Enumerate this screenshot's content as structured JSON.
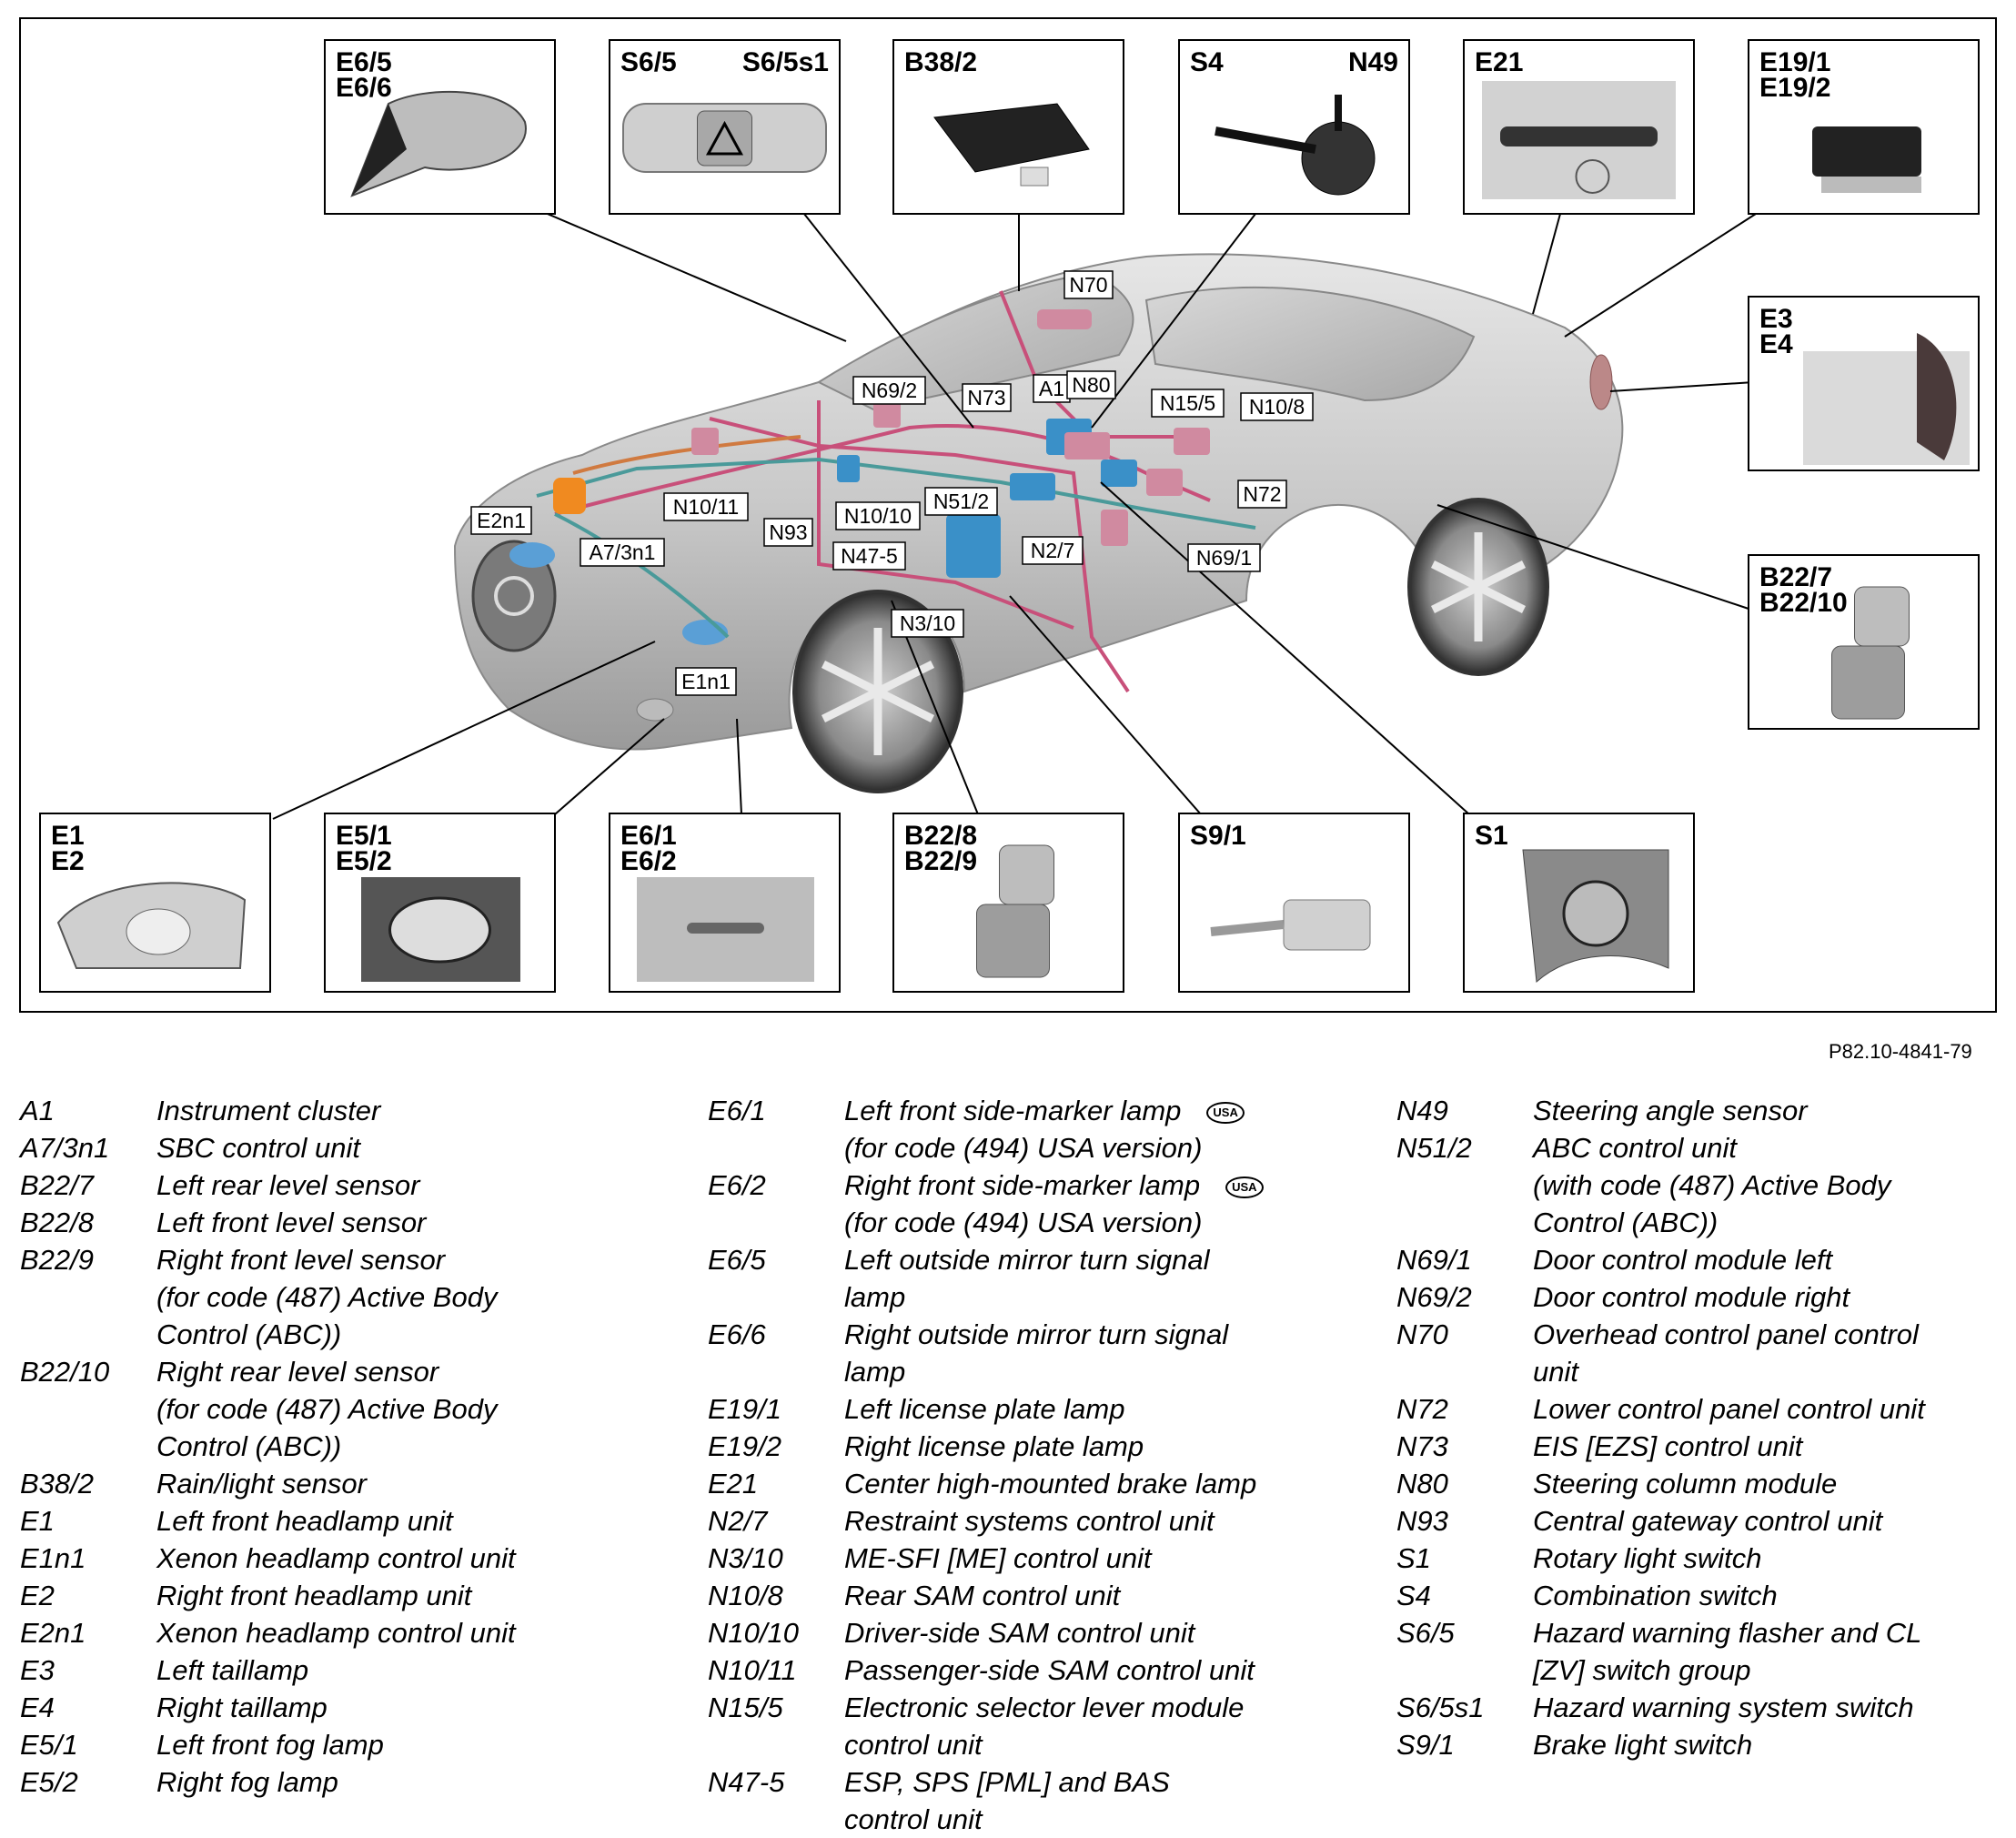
{
  "reference_code": "P82.10-4841-79",
  "detail_boxes": [
    {
      "id": "box-e65",
      "lines": [
        "E6/5",
        "E6/6"
      ],
      "icon": "outside-mirror-icon"
    },
    {
      "id": "box-s65",
      "lines": [
        "S6/5",
        "S6/5s1"
      ],
      "icon": "hazard-switch-icon"
    },
    {
      "id": "box-b382",
      "lines": [
        "B38/2"
      ],
      "icon": "rain-light-sensor-icon"
    },
    {
      "id": "box-s4",
      "lines": [
        "S4",
        "N49"
      ],
      "icon": "combination-switch-icon"
    },
    {
      "id": "box-e21",
      "lines": [
        "E21"
      ],
      "icon": "brake-lamp-icon"
    },
    {
      "id": "box-e191",
      "lines": [
        "E19/1",
        "E19/2"
      ],
      "icon": "license-lamp-icon"
    },
    {
      "id": "box-e3",
      "lines": [
        "E3",
        "E4"
      ],
      "icon": "taillamp-icon"
    },
    {
      "id": "box-b227",
      "lines": [
        "B22/7",
        "B22/10"
      ],
      "icon": "level-sensor-icon"
    },
    {
      "id": "box-e1",
      "lines": [
        "E1",
        "E2"
      ],
      "icon": "headlamp-icon"
    },
    {
      "id": "box-e51",
      "lines": [
        "E5/1",
        "E5/2"
      ],
      "icon": "fog-lamp-icon"
    },
    {
      "id": "box-e61",
      "lines": [
        "E6/1",
        "E6/2"
      ],
      "icon": "side-marker-icon"
    },
    {
      "id": "box-b228",
      "lines": [
        "B22/8",
        "B22/9"
      ],
      "icon": "level-sensor-icon"
    },
    {
      "id": "box-s91",
      "lines": [
        "S9/1"
      ],
      "icon": "brake-switch-icon"
    },
    {
      "id": "box-s1",
      "lines": [
        "S1"
      ],
      "icon": "rotary-switch-icon"
    }
  ],
  "callouts": [
    "N70",
    "N69/2",
    "N73",
    "A1",
    "N80",
    "N15/5",
    "N10/8",
    "N10/11",
    "N93",
    "N51/2",
    "N72",
    "E2n1",
    "A7/3n1",
    "N10/10",
    "N47-5",
    "N2/7",
    "N69/1",
    "N3/10",
    "E1n1"
  ],
  "legend": {
    "columns": [
      [
        {
          "code": "A1",
          "lines": [
            "Instrument cluster"
          ]
        },
        {
          "code": "A7/3n1",
          "lines": [
            "SBC control unit"
          ]
        },
        {
          "code": "B22/7",
          "lines": [
            "Left rear level sensor"
          ]
        },
        {
          "code": "B22/8",
          "lines": [
            "Left front level sensor"
          ]
        },
        {
          "code": "B22/9",
          "lines": [
            "Right front level sensor",
            "(for code (487) Active Body",
            "Control (ABC))"
          ]
        },
        {
          "code": "B22/10",
          "lines": [
            "Right rear level sensor",
            "(for code (487) Active Body",
            "Control (ABC))"
          ]
        },
        {
          "code": "B38/2",
          "lines": [
            "Rain/light sensor"
          ]
        },
        {
          "code": "E1",
          "lines": [
            "Left front headlamp unit"
          ]
        },
        {
          "code": "E1n1",
          "lines": [
            "Xenon headlamp control unit"
          ]
        },
        {
          "code": "E2",
          "lines": [
            "Right front headlamp unit"
          ]
        },
        {
          "code": "E2n1",
          "lines": [
            "Xenon headlamp control unit"
          ]
        },
        {
          "code": "E3",
          "lines": [
            "Left taillamp"
          ]
        },
        {
          "code": "E4",
          "lines": [
            "Right taillamp"
          ]
        },
        {
          "code": "E5/1",
          "lines": [
            "Left front fog lamp"
          ]
        },
        {
          "code": "E5/2",
          "lines": [
            "Right fog lamp"
          ]
        }
      ],
      [
        {
          "code": "E6/1",
          "lines": [
            "Left front side-marker lamp",
            "(for code (494) USA version)"
          ],
          "badge": "USA"
        },
        {
          "code": "E6/2",
          "lines": [
            "Right front side-marker lamp",
            "(for code (494) USA version)"
          ],
          "badge": "USA"
        },
        {
          "code": "E6/5",
          "lines": [
            "Left outside mirror turn signal",
            "lamp"
          ]
        },
        {
          "code": "E6/6",
          "lines": [
            "Right outside mirror turn signal",
            "lamp"
          ]
        },
        {
          "code": "E19/1",
          "lines": [
            "Left license plate lamp"
          ]
        },
        {
          "code": "E19/2",
          "lines": [
            "Right license plate lamp"
          ]
        },
        {
          "code": "E21",
          "lines": [
            "Center high-mounted brake lamp"
          ]
        },
        {
          "code": "N2/7",
          "lines": [
            "Restraint systems control unit"
          ]
        },
        {
          "code": "N3/10",
          "lines": [
            "ME-SFI [ME] control unit"
          ]
        },
        {
          "code": "N10/8",
          "lines": [
            "Rear SAM control unit"
          ]
        },
        {
          "code": "N10/10",
          "lines": [
            "Driver-side SAM control unit"
          ]
        },
        {
          "code": "N10/11",
          "lines": [
            "Passenger-side SAM control unit"
          ]
        },
        {
          "code": "N15/5",
          "lines": [
            "Electronic selector lever module",
            "control unit"
          ]
        },
        {
          "code": "N47-5",
          "lines": [
            "ESP, SPS [PML] and BAS",
            "control unit"
          ]
        }
      ],
      [
        {
          "code": "N49",
          "lines": [
            "Steering angle sensor"
          ]
        },
        {
          "code": "N51/2",
          "lines": [
            "ABC control unit",
            "(with code (487) Active Body",
            "Control (ABC))"
          ]
        },
        {
          "code": "N69/1",
          "lines": [
            "Door control module left"
          ]
        },
        {
          "code": "N69/2",
          "lines": [
            "Door control module right"
          ]
        },
        {
          "code": "N70",
          "lines": [
            "Overhead control panel control",
            "unit"
          ]
        },
        {
          "code": "N72",
          "lines": [
            "Lower control panel control unit"
          ]
        },
        {
          "code": "N73",
          "lines": [
            "EIS [EZS] control unit"
          ]
        },
        {
          "code": "N80",
          "lines": [
            "Steering column module"
          ]
        },
        {
          "code": "N93",
          "lines": [
            "Central gateway control unit"
          ]
        },
        {
          "code": "S1",
          "lines": [
            "Rotary light switch"
          ]
        },
        {
          "code": "S4",
          "lines": [
            "Combination switch"
          ]
        },
        {
          "code": "S6/5",
          "lines": [
            "Hazard warning flasher and CL",
            "[ZV] switch group"
          ]
        },
        {
          "code": "S6/5s1",
          "lines": [
            "Hazard warning system switch"
          ]
        },
        {
          "code": "S9/1",
          "lines": [
            "Brake light switch"
          ]
        }
      ]
    ]
  }
}
